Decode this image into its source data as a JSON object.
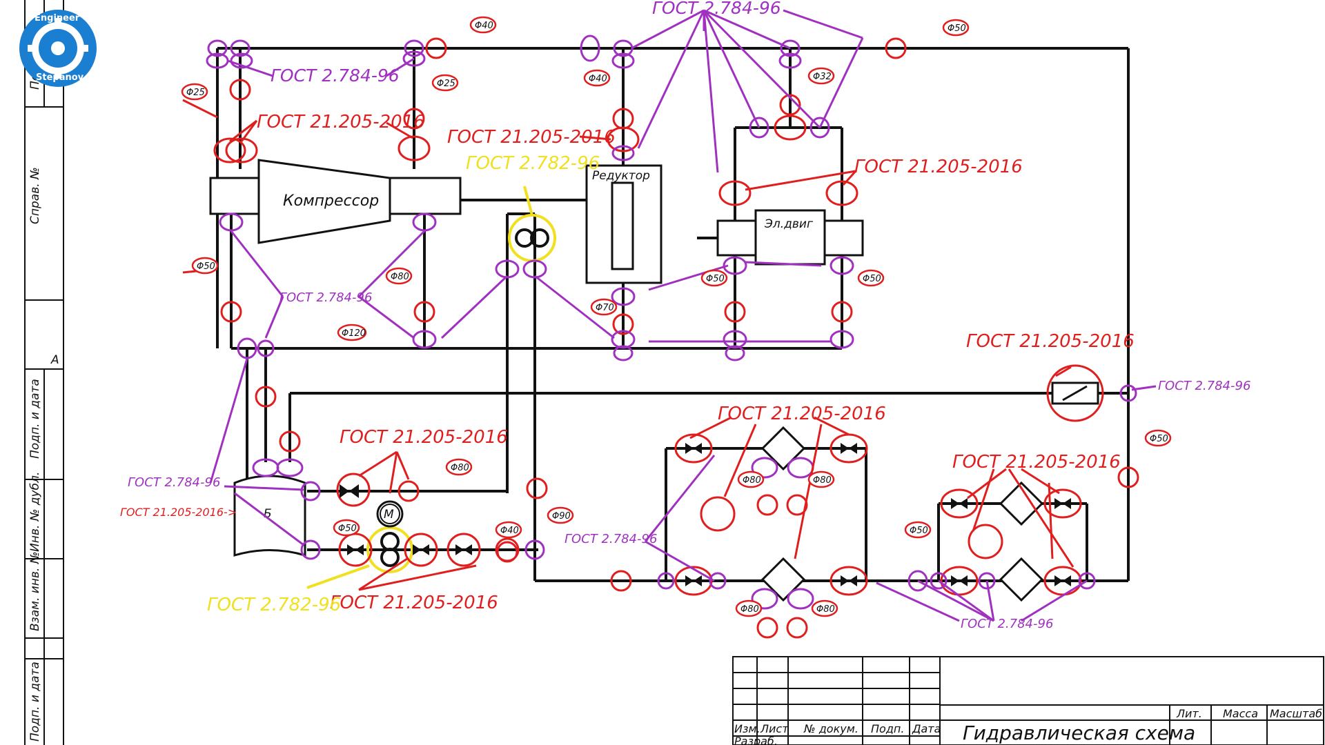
{
  "logo": {
    "top_text": "Engineer",
    "bottom_text": "Stepanov"
  },
  "components": {
    "compressor": "Компрессор",
    "reducer": "Редуктор",
    "motor": "Эл.двиг",
    "tank": "Б",
    "pump_motor": "M"
  },
  "annotations": {
    "gost_2784": "ГОСТ  2.784-96",
    "gost_2784_b": "ГОСТ 2.784-96",
    "gost_2784_c": "ГОСТ   2.784-96",
    "gost_21205": "ГОСТ 21.205-2016",
    "gost_21205_arrow": "ГОСТ 21.205-2016->",
    "gost_2782": "ГОСТ 2.782-96"
  },
  "diameters": {
    "d25": "Φ25",
    "d40": "Φ40",
    "d32": "Φ32",
    "d50": "Φ50",
    "d80": "Φ80",
    "d70": "Φ70",
    "d120": "Φ120",
    "d90": "Φ90"
  },
  "side_strip": {
    "top": "Перв. прим.",
    "sprav": "Справ. №",
    "letter_a": "А",
    "podp_data_1": "Подп. и дата",
    "inv_dubl": "Инв. № дубл.",
    "vzam_inv": "Взам. инв. №",
    "podp_data_2": "Подп. и дата"
  },
  "title_block": {
    "col_izm": "Изм.",
    "col_list": "Лист",
    "col_doc": "№ докум.",
    "col_podp": "Подп.",
    "col_data": "Дата",
    "row_razrab": "Разраб.",
    "title": "Гидравлическая схема",
    "lit": "Лит.",
    "massa": "Масса",
    "masshtab": "Масштаб"
  },
  "colors": {
    "line": "#111111",
    "red": "#e01e1e",
    "purple": "#a030c0",
    "yellow": "#f0e020",
    "logo": "#1a7fd0"
  }
}
